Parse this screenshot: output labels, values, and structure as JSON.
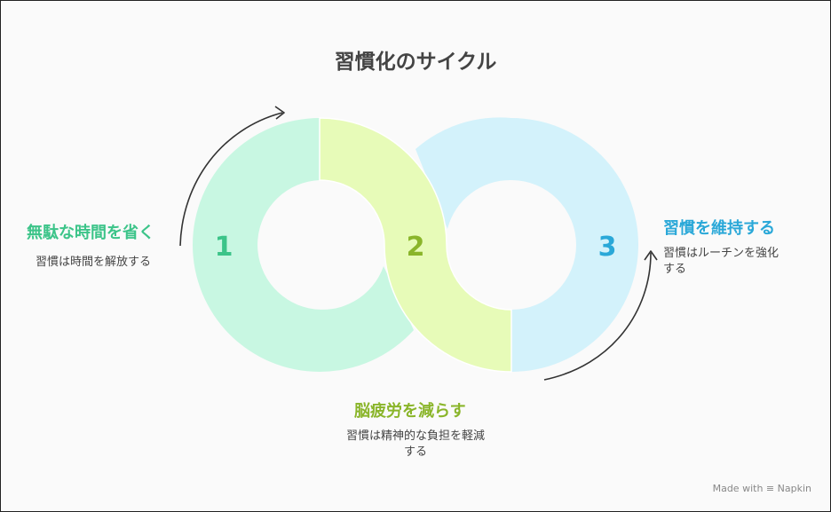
{
  "title": "習慣化のサイクル",
  "steps": [
    {
      "number": "1",
      "heading": "無駄な時間を省く",
      "description": "習慣は時間を解放する",
      "color": "#3cc489",
      "fill": "#c8f7e2"
    },
    {
      "number": "2",
      "heading": "脳疲労を減らす",
      "description_line1": "習慣は精神的な負担を軽減",
      "description_line2": "する",
      "color": "#8ab52a",
      "fill": "#e7fbb8"
    },
    {
      "number": "3",
      "heading": "習慣を維持する",
      "description_line1": "習慣はルーチンを強化",
      "description_line2": "する",
      "color": "#2aa8d8",
      "fill": "#d3f2fb"
    }
  ],
  "footer": {
    "made_with": "Made with",
    "brand": "Napkin",
    "brand_icon": "napkin-logo-icon"
  }
}
